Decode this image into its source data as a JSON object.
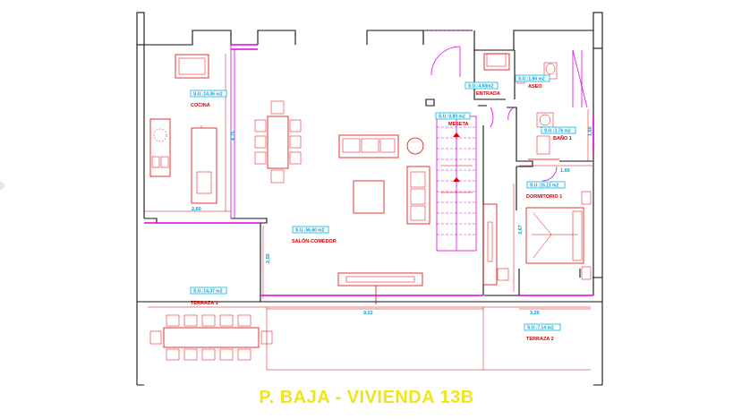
{
  "plan_title": "P. BAJA - VIVIENDA 13B",
  "rooms": {
    "cocina": {
      "name": "COCINA",
      "area": "S.U.:14,36 m2"
    },
    "salon": {
      "name": "SALÓN-COMEDOR",
      "area": "S.U.:56,60 m2"
    },
    "meseta": {
      "name": "MESETA",
      "area": "S.U.:0,80 m2"
    },
    "entrada": {
      "name": "ENTRADA",
      "area": "S.U.:4,60m2"
    },
    "aseo": {
      "name": "ASEO",
      "area": "S.U.:1,86 m2"
    },
    "bano1": {
      "name": "BAÑO 1",
      "area": "S.U.:3,76 m2"
    },
    "dormitorio1": {
      "name": "DORMITORIO 1",
      "area": "S.U.:16,11 m2"
    },
    "terraza1": {
      "name": "TERRAZA 1",
      "area": "S.U.:14,37 m2"
    },
    "terraza2": {
      "name": "TERRAZA 2",
      "area": "S.U.:7,14 m2"
    }
  },
  "dimensions": {
    "kitchen_height": "4,75",
    "kitchen_width": "2,60",
    "terrace_depth": "2,50",
    "salon_width": "9,22",
    "right_width": "3,20",
    "bath_width": "1,60",
    "bath_height": "1,60",
    "bedroom_height": "3,67"
  },
  "colors": {
    "walls": "#111111",
    "furniture": "#e00000",
    "glazing": "#e000e0",
    "labels": "#00a0d6",
    "title": "#f2e41a"
  }
}
